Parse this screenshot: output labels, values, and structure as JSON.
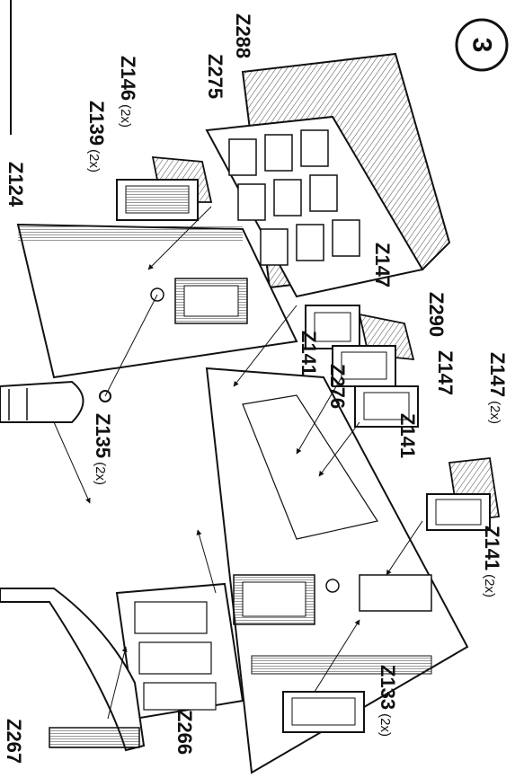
{
  "step_number": "3",
  "colors": {
    "ink": "#111111",
    "paper": "#ffffff",
    "hatch": "#555555"
  },
  "parts": {
    "z288": {
      "code": "Z288",
      "qty": ""
    },
    "z275": {
      "code": "Z275",
      "qty": ""
    },
    "z146": {
      "code": "Z146",
      "qty": "(2x)"
    },
    "z139": {
      "code": "Z139",
      "qty": "(2x)"
    },
    "z124": {
      "code": "Z124",
      "qty": ""
    },
    "z147a": {
      "code": "Z147",
      "qty": ""
    },
    "z290": {
      "code": "Z290",
      "qty": ""
    },
    "z147b": {
      "code": "Z147",
      "qty": ""
    },
    "z147c": {
      "code": "Z147",
      "qty": "(2x)"
    },
    "z141a": {
      "code": "Z141",
      "qty": ""
    },
    "z276": {
      "code": "Z276",
      "qty": ""
    },
    "z141b": {
      "code": "Z141",
      "qty": ""
    },
    "z135": {
      "code": "Z135",
      "qty": "(2x)"
    },
    "z141c": {
      "code": "Z141",
      "qty": "(2x)"
    },
    "z133": {
      "code": "Z133",
      "qty": "(2x)"
    },
    "z266": {
      "code": "Z266",
      "qty": ""
    },
    "z267": {
      "code": "Z267",
      "qty": ""
    }
  }
}
